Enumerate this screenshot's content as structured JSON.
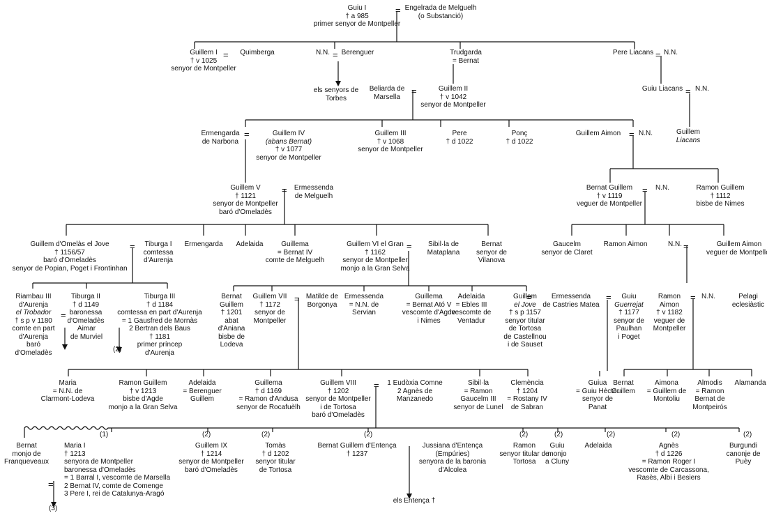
{
  "people": [
    {
      "id": "guiu1",
      "lines": [
        "Guiu I",
        "† a 985",
        "primer senyor de Montpeller"
      ]
    },
    {
      "id": "engelrada",
      "lines": [
        "Engelrada de Melguelh",
        "(o Substanció)"
      ]
    },
    {
      "id": "guillem1",
      "lines": [
        "Guillem I",
        "† v 1025",
        "senyor de Montpeller"
      ]
    },
    {
      "id": "quimberga",
      "lines": [
        "Quimberga"
      ]
    },
    {
      "id": "nn_berenguer",
      "lines": [
        "N.N."
      ]
    },
    {
      "id": "berenguer",
      "lines": [
        "Berenguer"
      ]
    },
    {
      "id": "torbes",
      "lines": [
        "els senyors de",
        "Torbes"
      ]
    },
    {
      "id": "trudgarda",
      "lines": [
        "Trudgarda",
        "= Bernat"
      ]
    },
    {
      "id": "pere_liacans",
      "lines": [
        "Pere Liacans"
      ],
      "italic": [
        1
      ]
    },
    {
      "id": "nn_pere",
      "lines": [
        "N.N."
      ]
    },
    {
      "id": "guiu_liacans",
      "lines": [
        "Guiu Liacans"
      ]
    },
    {
      "id": "nn_guiu",
      "lines": [
        "N.N."
      ]
    },
    {
      "id": "guillem_liacans",
      "lines": [
        "Guillem",
        "Liacans"
      ]
    },
    {
      "id": "beliarda",
      "lines": [
        "Beliarda de",
        "Marsella"
      ]
    },
    {
      "id": "guillem2",
      "lines": [
        "Guillem II",
        "† v 1042",
        "senyor de Montpeller"
      ]
    },
    {
      "id": "ermengarda_narbona",
      "lines": [
        "Ermengarda",
        "de Narbona"
      ]
    },
    {
      "id": "guillem4",
      "lines": [
        "Guillem IV",
        "(abans Bernat)",
        "† v 1077",
        "senyor de Montpeller"
      ]
    },
    {
      "id": "guillem3",
      "lines": [
        "Guillem III",
        "† v 1068",
        "senyor de Montpeller"
      ]
    },
    {
      "id": "pere_1022",
      "lines": [
        "Pere",
        "† d 1022"
      ]
    },
    {
      "id": "ponc",
      "lines": [
        "Ponç",
        "† d 1022"
      ]
    },
    {
      "id": "guillem_aimon",
      "lines": [
        "Guillem Aimon"
      ]
    },
    {
      "id": "nn_aimon",
      "lines": [
        "N.N."
      ]
    },
    {
      "id": "guillem5",
      "lines": [
        "Guillem V",
        "† 1121",
        "senyor de Montpeller",
        "baró d'Omeladès"
      ]
    },
    {
      "id": "ermessenda_melguelh",
      "lines": [
        "Ermessenda",
        "de Melguelh"
      ]
    },
    {
      "id": "bernat_guillem_1119",
      "lines": [
        "Bernat Guillem",
        "† v 1119",
        "veguer de Montpeller"
      ]
    },
    {
      "id": "nn_bernat",
      "lines": [
        "N.N."
      ]
    },
    {
      "id": "ramon_guillem_nimes",
      "lines": [
        "Ramon Guillem",
        "† 1112",
        "bisbe de Nimes"
      ]
    },
    {
      "id": "guillem_omelas",
      "lines": [
        "Guillem d'Omelàs el Jove",
        "† 1156/57",
        "baró d'Omeladès",
        "senyor de Popian, Poget i Frontinhan"
      ]
    },
    {
      "id": "tiburga1",
      "lines": [
        "Tiburga I",
        "comtessa",
        "d'Aurenja"
      ]
    },
    {
      "id": "ermengarda2",
      "lines": [
        "Ermengarda"
      ]
    },
    {
      "id": "adelaida1",
      "lines": [
        "Adelaida"
      ]
    },
    {
      "id": "guillema1",
      "lines": [
        "Guillema",
        "= Bernat IV",
        "comte de Melguelh"
      ]
    },
    {
      "id": "guillem6",
      "lines": [
        "Guillem VI el Gran",
        "† 1162",
        "senyor de Montpeller",
        "monjo a la Gran Selva"
      ]
    },
    {
      "id": "sibilla_mataplana",
      "lines": [
        "Sibil·la de",
        "Mataplana"
      ]
    },
    {
      "id": "bernat_vilanova",
      "lines": [
        "Bernat",
        "senyor de",
        "Vilanova"
      ]
    },
    {
      "id": "gaucelm_claret",
      "lines": [
        "Gaucelm",
        "senyor de Claret"
      ]
    },
    {
      "id": "ramon_aimon",
      "lines": [
        "Ramon Aimon"
      ]
    },
    {
      "id": "nn_guillem_aimon2",
      "lines": [
        "N.N."
      ]
    },
    {
      "id": "guillem_aimon2",
      "lines": [
        "Guillem Aimon",
        "veguer de Montpeller"
      ]
    },
    {
      "id": "rimbau3",
      "lines": [
        "Riambau III",
        "d'Aurenja",
        "el Trobador",
        "† s p v 1180",
        "comte en part",
        "d'Aurenja",
        "baró",
        "d'Omeladès"
      ]
    },
    {
      "id": "tiburga2",
      "lines": [
        "Tiburga II",
        "† d 1149",
        "baronessa",
        "d'Omeladès"
      ]
    },
    {
      "id": "aimar",
      "lines": [
        "Aimar",
        "de Murviel"
      ]
    },
    {
      "id": "tiburga3",
      "lines": [
        "Tiburga III",
        "† d 1184",
        "comtessa en part d'Aurenja",
        "= 1 Gausfred de Mornàs",
        "2 Bertran dels Baus",
        "† 1181",
        "primer príncep",
        "d'Aurenja"
      ]
    },
    {
      "id": "bernat_guillem_lodeva",
      "lines": [
        "Bernat",
        "Guillem",
        "† 1201",
        "abat",
        "d'Aniana",
        "bisbe de",
        "Lodeva"
      ]
    },
    {
      "id": "guillem7",
      "lines": [
        "Guillem VII",
        "† 1172",
        "senyor de",
        "Montpeller"
      ]
    },
    {
      "id": "matilde",
      "lines": [
        "Matilde de",
        "Borgonya"
      ]
    },
    {
      "id": "ermessenda_servian",
      "lines": [
        "Ermessenda",
        "= N.N. de",
        "Servian"
      ]
    },
    {
      "id": "guillema_ato",
      "lines": [
        "Guillema",
        "= Bernat Ató V",
        "vescomte d'Agde",
        "i Nimes"
      ]
    },
    {
      "id": "adelaida_ebles",
      "lines": [
        "Adelaida",
        "= Ebles III",
        "vescomte de",
        "Ventadur"
      ]
    },
    {
      "id": "guillem_jove_tortosa",
      "lines": [
        "Guillem",
        "el Jove",
        "† s p 1157",
        "senyor titular",
        "de Tortosa",
        "de Castellnou",
        "i de Sauset"
      ]
    },
    {
      "id": "ermessenda_castries",
      "lines": [
        "Ermessenda",
        "de Castries Matea"
      ]
    },
    {
      "id": "guiu_guerrejat",
      "lines": [
        "Guiu",
        "Guerrejat",
        "† 1177",
        "senyor de",
        "Paulhan",
        "i Poget"
      ]
    },
    {
      "id": "ramon_aimon_1182",
      "lines": [
        "Ramon",
        "Aimon",
        "† v 1182",
        "veguer de",
        "Montpeller"
      ]
    },
    {
      "id": "nn_ramon_aimon",
      "lines": [
        "N.N."
      ]
    },
    {
      "id": "pelagi",
      "lines": [
        "Pelagi",
        "eclesiàstic"
      ]
    },
    {
      "id": "maria_clermont",
      "lines": [
        "Maria",
        "= N.N. de",
        "Clarmont-Lodeva"
      ]
    },
    {
      "id": "ramon_guillem_agde",
      "lines": [
        "Ramon Guillem",
        "† v 1213",
        "bisbe d'Agde",
        "monjo a la Gran Selva"
      ]
    },
    {
      "id": "adelaida_berenguer",
      "lines": [
        "Adelaida",
        "= Berenguer",
        "Guillem"
      ]
    },
    {
      "id": "guillema_andusa",
      "lines": [
        "Guillema",
        "† d 1169",
        "= Ramon d'Andusa",
        "senyor de Rocafuèlh"
      ]
    },
    {
      "id": "guillem8",
      "lines": [
        "Guillem VIII",
        "† 1202",
        "senyor de Montpeller",
        "i de Tortosa",
        "baró d'Omeladès"
      ]
    },
    {
      "id": "eudoxia",
      "lines": [
        "1 Eudòxia Comne",
        "2 Agnès de",
        "Manzanedo"
      ]
    },
    {
      "id": "sibilla_lunel",
      "lines": [
        "Sibil·la",
        "= Ramon",
        "Gaucelm III",
        "senyor de Lunel"
      ]
    },
    {
      "id": "clemencia",
      "lines": [
        "Clemència",
        "† 1204",
        "= Rostany IV",
        "de Sabran"
      ]
    },
    {
      "id": "guiua",
      "lines": [
        "Guiua",
        "= Guiu Hèctor",
        "senyor de",
        "Panat"
      ]
    },
    {
      "id": "bernat_guillem3",
      "lines": [
        "Bernat",
        "Guillem"
      ]
    },
    {
      "id": "aimona",
      "lines": [
        "Aimona",
        "= Guillem de",
        "Montoliu"
      ]
    },
    {
      "id": "almodis",
      "lines": [
        "Almodis",
        "= Ramon",
        "Bernat de",
        "Montpeirós"
      ]
    },
    {
      "id": "alamanda",
      "lines": [
        "Alamanda"
      ]
    },
    {
      "id": "bernat_franqueveaux",
      "lines": [
        "Bernat",
        "monjo de",
        "Franqueveaux"
      ]
    },
    {
      "id": "maria1",
      "lines": [
        "Maria I",
        "† 1213",
        "senyora de Montpeller",
        "baronessa d'Omeladès",
        "= 1 Barral I, vescomte de Marsella",
        "2 Bernat IV, comte de Comenge",
        "3 Pere I, rei de Catalunya-Aragó"
      ]
    },
    {
      "id": "guillem9",
      "lines": [
        "Guillem IX",
        "† 1214",
        "senyor de Montpeller",
        "baró d'Omeladès"
      ]
    },
    {
      "id": "tomas",
      "lines": [
        "Tomàs",
        "† d 1202",
        "senyor titular",
        "de Tortosa"
      ]
    },
    {
      "id": "bernat_guillem_entenca",
      "lines": [
        "Bernat Guillem d'Entença",
        "† 1237"
      ]
    },
    {
      "id": "jussiana",
      "lines": [
        "Jussiana d'Entença",
        "(Empúries)",
        "senyora de la baronia",
        "d'Alcolea"
      ]
    },
    {
      "id": "ramon_tortosa",
      "lines": [
        "Ramon",
        "senyor titular de",
        "Tortosa"
      ]
    },
    {
      "id": "guiu_cluny",
      "lines": [
        "Guiu",
        "monjo",
        "a Cluny"
      ]
    },
    {
      "id": "adelaida3",
      "lines": [
        "Adelaida"
      ]
    },
    {
      "id": "agnes",
      "lines": [
        "Agnès",
        "† d 1226",
        "= Ramon Roger I",
        "vescomte de Carcassona,",
        "Rasès, Albi i Besiers"
      ]
    },
    {
      "id": "burgundi",
      "lines": [
        "Burgundi",
        "canonje de",
        "Puèy"
      ]
    },
    {
      "id": "entenca",
      "lines": [
        "els Entença †"
      ]
    }
  ],
  "marks": [
    "(1)",
    "(2)",
    "(2)",
    "(2)",
    "(2)",
    "(2)",
    "(2)",
    "(2)",
    "(2)",
    "(2)",
    "(3)"
  ],
  "symbols": {
    "marriage": "="
  }
}
